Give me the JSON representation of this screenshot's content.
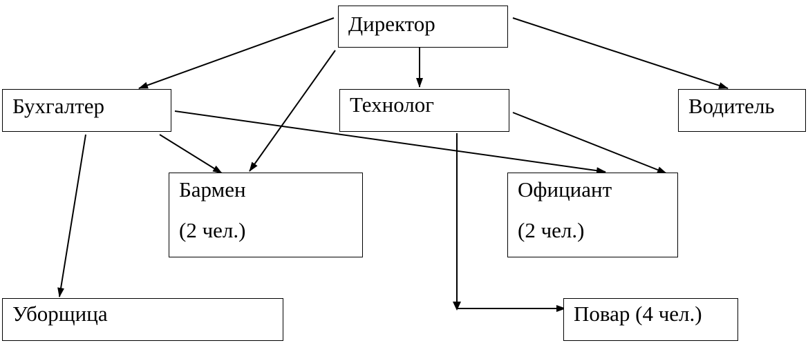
{
  "diagram": {
    "nodes": {
      "director": {
        "label": "Директор"
      },
      "accountant": {
        "label": "Бухгалтер"
      },
      "technologist": {
        "label": "Технолог"
      },
      "driver": {
        "label": "Водитель"
      },
      "barman": {
        "label": "Бармен",
        "count": "(2 чел.)"
      },
      "waiter": {
        "label": "Официант",
        "count": "(2 чел.)"
      },
      "cleaner": {
        "label": "Уборщица"
      },
      "cook": {
        "label": "Повар (4 чел.)"
      }
    },
    "edges": [
      {
        "from": "director",
        "to": "accountant"
      },
      {
        "from": "director",
        "to": "barman"
      },
      {
        "from": "director",
        "to": "technologist"
      },
      {
        "from": "director",
        "to": "driver"
      },
      {
        "from": "accountant",
        "to": "barman"
      },
      {
        "from": "accountant",
        "to": "waiter"
      },
      {
        "from": "accountant",
        "to": "cleaner"
      },
      {
        "from": "technologist",
        "to": "waiter"
      },
      {
        "from": "technologist",
        "to": "cook"
      }
    ],
    "colors": {
      "line": "#000000",
      "box_border": "#000000",
      "background": "#ffffff",
      "text": "#000000"
    }
  }
}
